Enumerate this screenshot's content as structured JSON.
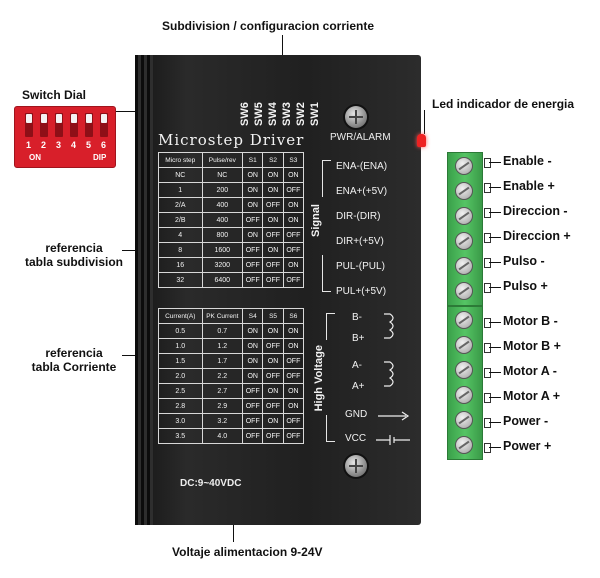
{
  "callouts": {
    "top": "Subdivision / configuracion corriente",
    "switch_dial": "Switch Dial",
    "led": "Led indicador de energia",
    "ref_subdivision": "referencia\ntabla subdivision",
    "ref_corriente": "referencia\ntabla Corriente",
    "voltaje": "Voltaje alimentacion 9-24V"
  },
  "driver": {
    "title": "Microstep Driver",
    "pwr_alarm": "PWR/ALARM",
    "dc": "DC:9~40VDC",
    "switches": [
      "SW6",
      "SW5",
      "SW4",
      "SW3",
      "SW2",
      "SW1"
    ]
  },
  "dip": {
    "numbers": [
      "1",
      "2",
      "3",
      "4",
      "5",
      "6"
    ],
    "on": "ON",
    "dip": "DIP"
  },
  "micro_table": {
    "headers": [
      "Micro step",
      "Pulse/rev",
      "S1",
      "S2",
      "S3"
    ],
    "rows": [
      [
        "NC",
        "NC",
        "ON",
        "ON",
        "ON"
      ],
      [
        "1",
        "200",
        "ON",
        "ON",
        "OFF"
      ],
      [
        "2/A",
        "400",
        "ON",
        "OFF",
        "ON"
      ],
      [
        "2/B",
        "400",
        "OFF",
        "ON",
        "ON"
      ],
      [
        "4",
        "800",
        "ON",
        "OFF",
        "OFF"
      ],
      [
        "8",
        "1600",
        "OFF",
        "ON",
        "OFF"
      ],
      [
        "16",
        "3200",
        "OFF",
        "OFF",
        "ON"
      ],
      [
        "32",
        "6400",
        "OFF",
        "OFF",
        "OFF"
      ]
    ]
  },
  "current_table": {
    "headers": [
      "Current(A)",
      "PK Current",
      "S4",
      "S5",
      "S6"
    ],
    "rows": [
      [
        "0.5",
        "0.7",
        "ON",
        "ON",
        "ON"
      ],
      [
        "1.0",
        "1.2",
        "ON",
        "OFF",
        "ON"
      ],
      [
        "1.5",
        "1.7",
        "ON",
        "ON",
        "OFF"
      ],
      [
        "2.0",
        "2.2",
        "ON",
        "OFF",
        "OFF"
      ],
      [
        "2.5",
        "2.7",
        "OFF",
        "ON",
        "ON"
      ],
      [
        "2.8",
        "2.9",
        "OFF",
        "OFF",
        "ON"
      ],
      [
        "3.0",
        "3.2",
        "OFF",
        "ON",
        "OFF"
      ],
      [
        "3.5",
        "4.0",
        "OFF",
        "OFF",
        "OFF"
      ]
    ]
  },
  "signal": {
    "label": "Signal",
    "items": [
      "ENA-(ENA)",
      "ENA+(+5V)",
      "DIR-(DIR)",
      "DIR+(+5V)",
      "PUL-(PUL)",
      "PUL+(+5V)"
    ]
  },
  "high_voltage": {
    "label": "High Voltage",
    "items": [
      "B-",
      "B+",
      "A-",
      "A+",
      "GND",
      "VCC"
    ]
  },
  "terminals": [
    "Enable -",
    "Enable +",
    "Direccion -",
    "Direccion +",
    "Pulso -",
    "Pulso +",
    "Motor B -",
    "Motor B +",
    "Motor A -",
    "Motor A +",
    "Power -",
    "Power +"
  ]
}
